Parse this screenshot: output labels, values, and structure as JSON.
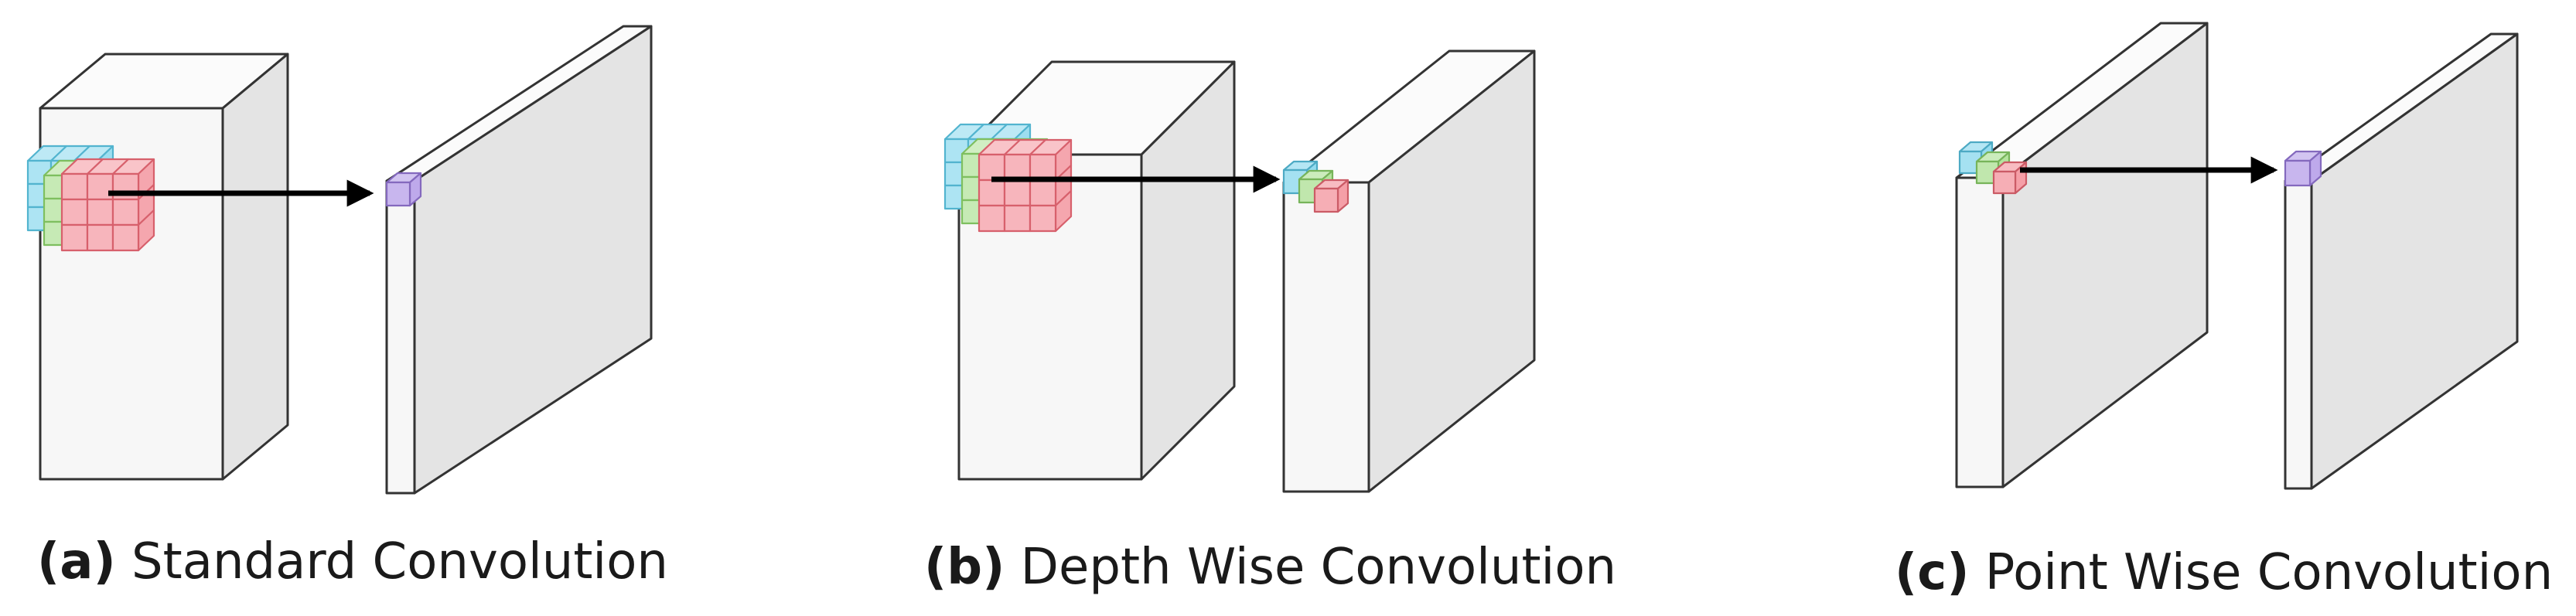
{
  "panels": [
    {
      "id": "a",
      "letter": "(a)",
      "title": " Standard Convolution"
    },
    {
      "id": "b",
      "letter": "(b)",
      "title": " Depth Wise Convolution"
    },
    {
      "id": "c",
      "letter": "(c)",
      "title": " Point Wise Convolution"
    }
  ],
  "colors": {
    "channel_blue": "#5bc8e6",
    "channel_green": "#8cd46a",
    "channel_red": "#ef6b78",
    "output_purple": "#9b7be0",
    "face_front": "#f7f7f7",
    "face_side": "#e4e4e4",
    "face_top": "#fbfbfb",
    "outline": "#333333",
    "arrow": "#000000"
  }
}
